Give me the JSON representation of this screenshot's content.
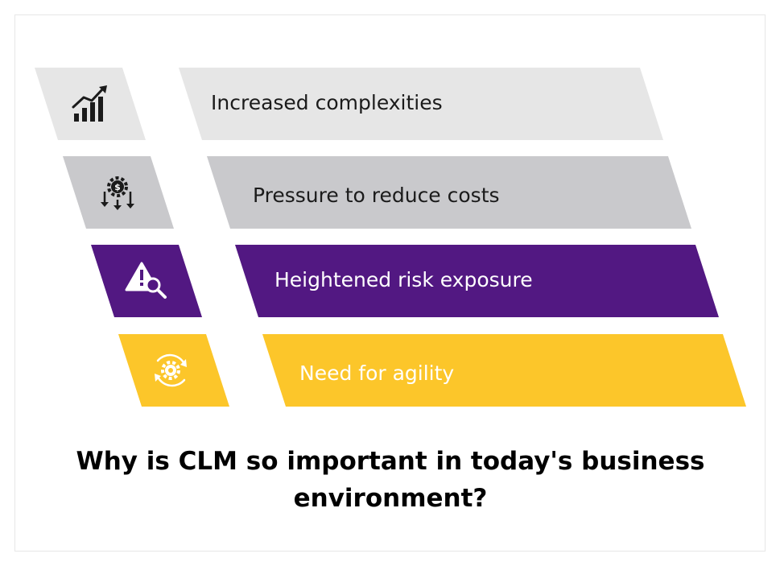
{
  "colors": {
    "row1": "#e6e6e6",
    "row2": "#c9c9cc",
    "row3": "#521882",
    "row4": "#fcc62a"
  },
  "items": [
    {
      "label": "Increased complexities",
      "icon": "growth-chart-icon"
    },
    {
      "label": "Pressure to reduce costs",
      "icon": "cost-reduction-gear-icon"
    },
    {
      "label": "Heightened risk exposure",
      "icon": "risk-warning-magnifier-icon"
    },
    {
      "label": "Need for agility",
      "icon": "agility-cycle-gear-icon"
    }
  ],
  "caption": "Why is CLM so important in today's business environment?"
}
